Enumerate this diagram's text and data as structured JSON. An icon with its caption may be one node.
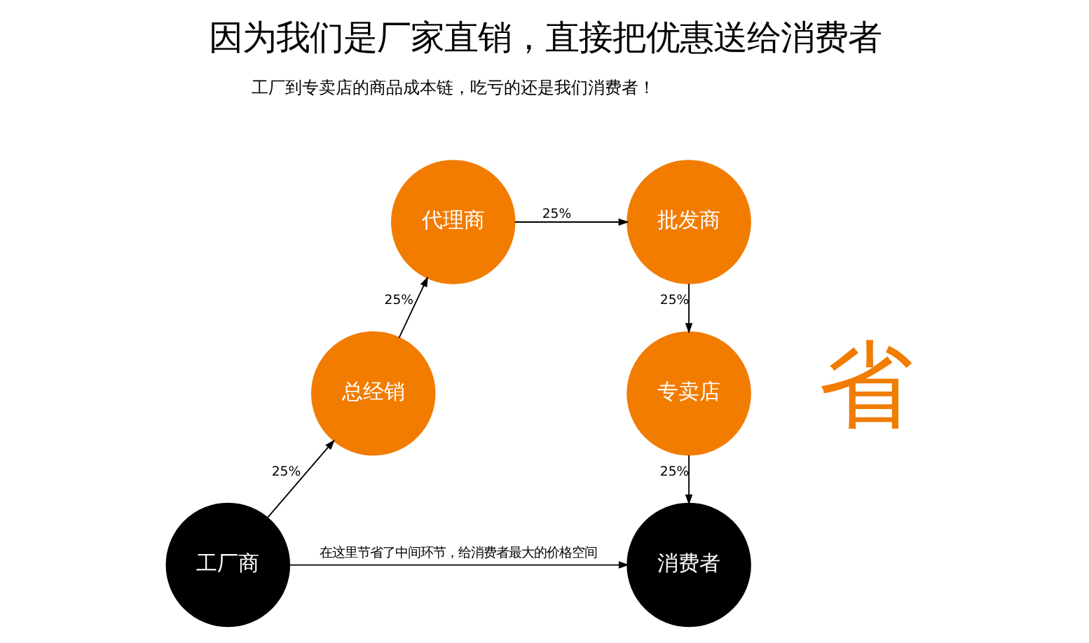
{
  "diagram": {
    "title": "因为我们是厂家直销，直接把优惠送给消费者",
    "nodes": [
      {
        "text": [
          "工厂商"
        ]
      },
      {
        "text": [
          "总经销"
        ]
      },
      {
        "text": [
          "代理商"
        ]
      },
      {
        "text": [
          "批发商"
        ]
      },
      {
        "text": [
          "专卖店"
        ]
      },
      {
        "text": [
          "消费者"
        ]
      }
    ],
    "edges": [
      {
        "from": 0,
        "to": 1,
        "arrow": "to",
        "label": "25%"
      },
      {
        "from": 1,
        "to": 2,
        "arrow": "to",
        "label": "25%"
      },
      {
        "from": 2,
        "to": 3,
        "arrow": "to",
        "label": "25%"
      },
      {
        "from": 3,
        "to": 4,
        "arrow": "to",
        "label": "25%"
      },
      {
        "from": 4,
        "to": 5,
        "arrow": "to",
        "label": "25%"
      },
      {
        "from": 0,
        "to": 5,
        "arrow": "to",
        "label": "在这里节省了中间环节，给消费者最大的价格空间"
      }
    ],
    "labels": [
      "工厂到专卖店的商品成本链，吃亏的还是我们消费者！",
      "省"
    ]
  }
}
